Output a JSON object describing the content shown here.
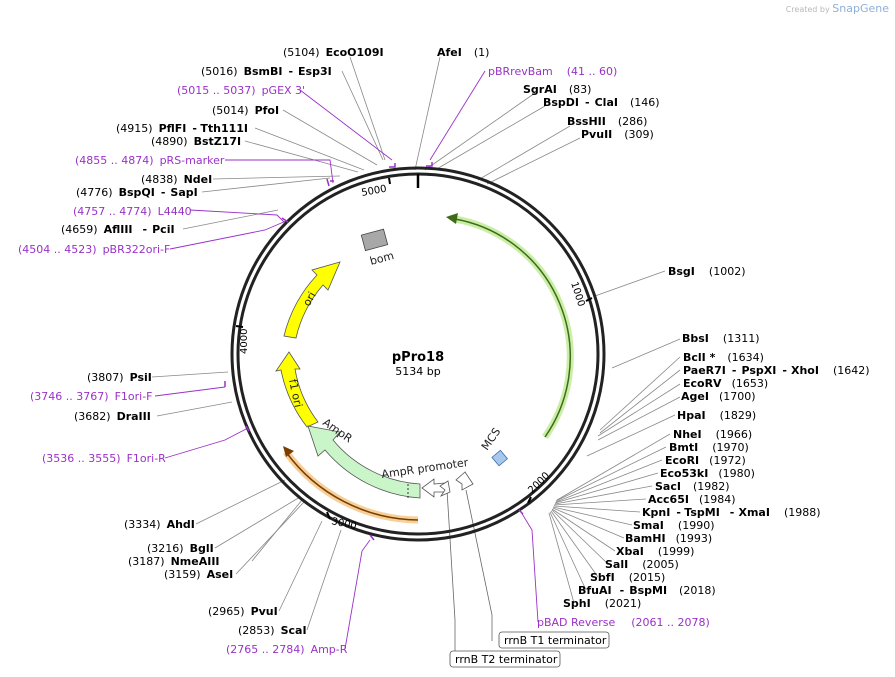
{
  "watermark": {
    "created_by": "Created by",
    "brand": "SnapGene"
  },
  "plasmid": {
    "name": "pPro18",
    "size_label": "5134 bp",
    "length": 5134
  },
  "ticks": [
    "1000",
    "2000",
    "3000",
    "4000",
    "5000"
  ],
  "colors": {
    "backbone": "#222222",
    "primer": "#9a31c8",
    "ori": "#ffff00",
    "ampr": "#c9f5c9",
    "mcs": "#a6c8ef",
    "bom": "#a8a8a8",
    "green_feature": "#a6e36a",
    "orange_feature": "#f0a844"
  },
  "enzymes": [
    {
      "name": "EcoO109I",
      "pos": "(5104)"
    },
    {
      "name": "AfeI",
      "pos": "(1)"
    },
    {
      "name": "BsmBI",
      "pos": "(5016)",
      "extra": "Esp3I"
    },
    {
      "name": "SgrAI",
      "pos": "(83)"
    },
    {
      "name": "BspDI",
      "pos": "(146)",
      "extra": "ClaI"
    },
    {
      "name": "PfoI",
      "pos": "(5014)"
    },
    {
      "name": "BssHII",
      "pos": "(286)"
    },
    {
      "name": "PvuII",
      "pos": "(309)"
    },
    {
      "name": "PflFI",
      "pos": "(4915)",
      "extra": "Tth111I"
    },
    {
      "name": "BstZ17I",
      "pos": "(4890)"
    },
    {
      "name": "NdeI",
      "pos": "(4838)"
    },
    {
      "name": "BspQI",
      "pos": "(4776)",
      "extra": "SapI"
    },
    {
      "name": "AflIII",
      "pos": "(4659)",
      "extra": "PciI"
    },
    {
      "name": "BsgI",
      "pos": "(1002)"
    },
    {
      "name": "BbsI",
      "pos": "(1311)"
    },
    {
      "name": "BclI *",
      "pos": "(1634)"
    },
    {
      "name": "PaeR7I",
      "pos": "(1642)",
      "extra": "PspXI",
      "extra2": "XhoI"
    },
    {
      "name": "EcoRV",
      "pos": "(1653)"
    },
    {
      "name": "AgeI",
      "pos": "(1700)"
    },
    {
      "name": "HpaI",
      "pos": "(1829)"
    },
    {
      "name": "NheI",
      "pos": "(1966)"
    },
    {
      "name": "BmtI",
      "pos": "(1970)"
    },
    {
      "name": "EcoRI",
      "pos": "(1972)"
    },
    {
      "name": "Eco53kI",
      "pos": "(1980)"
    },
    {
      "name": "SacI",
      "pos": "(1982)"
    },
    {
      "name": "Acc65I",
      "pos": "(1984)"
    },
    {
      "name": "KpnI",
      "pos": "(1988)",
      "extra": "TspMI",
      "extra2": "XmaI"
    },
    {
      "name": "SmaI",
      "pos": "(1990)"
    },
    {
      "name": "BamHI",
      "pos": "(1993)"
    },
    {
      "name": "XbaI",
      "pos": "(1999)"
    },
    {
      "name": "SalI",
      "pos": "(2005)"
    },
    {
      "name": "SbfI",
      "pos": "(2015)"
    },
    {
      "name": "BfuAI",
      "pos": "(2018)",
      "extra": "BspMI"
    },
    {
      "name": "SphI",
      "pos": "(2021)"
    },
    {
      "name": "PsiI",
      "pos": "(3807)"
    },
    {
      "name": "DraIII",
      "pos": "(3682)"
    },
    {
      "name": "AhdI",
      "pos": "(3334)"
    },
    {
      "name": "BglI",
      "pos": "(3216)"
    },
    {
      "name": "NmeAIII",
      "pos": "(3187)"
    },
    {
      "name": "AseI",
      "pos": "(3159)"
    },
    {
      "name": "PvuI",
      "pos": "(2965)"
    },
    {
      "name": "ScaI",
      "pos": "(2853)"
    }
  ],
  "primers": [
    {
      "name": "pBRrevBam",
      "range": "(41 .. 60)"
    },
    {
      "name": "pGEX 3'",
      "range": "(5015 .. 5037)"
    },
    {
      "name": "pRS-marker",
      "range": "(4855 .. 4874)"
    },
    {
      "name": "L4440",
      "range": "(4757 .. 4774)"
    },
    {
      "name": "pBR322ori-F",
      "range": "(4504 .. 4523)"
    },
    {
      "name": "F1ori-F",
      "range": "(3746 .. 3767)"
    },
    {
      "name": "F1ori-R",
      "range": "(3536 .. 3555)"
    },
    {
      "name": "Amp-R",
      "range": "(2765 .. 2784)"
    },
    {
      "name": "pBAD Reverse",
      "range": "(2061 .. 2078)"
    }
  ],
  "features": {
    "ori": "ori",
    "f1ori": "f1 ori",
    "ampr": "AmpR",
    "ampr_promoter": "AmpR promoter",
    "mcs": "MCS",
    "bom": "bom"
  },
  "terminators": {
    "t1": "rrnB T1 terminator",
    "t2": "rrnB T2 terminator"
  }
}
